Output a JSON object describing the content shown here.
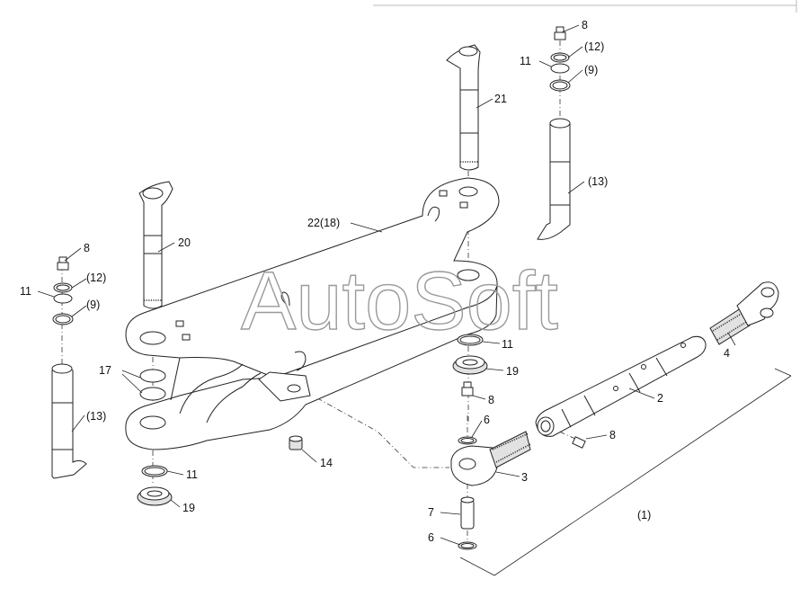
{
  "watermark": "AutoSoft",
  "labels": {
    "assembly": "(1)",
    "l2": "2",
    "l3": "3",
    "l4": "4",
    "l6a": "6",
    "l6b": "6",
    "l7": "7",
    "l8_top": "8",
    "l8_left": "8",
    "l8_mid": "8",
    "l8_rod": "8",
    "l9_left": "(9)",
    "l9_right": "(9)",
    "l11_left_top": "11",
    "l11_left_bot": "11",
    "l11_right_top": "11",
    "l11_mid": "11",
    "l12_left": "(12)",
    "l12_right": "(12)",
    "l13_left": "(13)",
    "l13_right": "(13)",
    "l14": "14",
    "l17": "17",
    "l19_mid": "19",
    "l19_bot": "19",
    "l20": "20",
    "l21": "21",
    "l22": "22(18)"
  },
  "colors": {
    "line": "#222222",
    "watermark": "#9a9a9a",
    "shade": "#e2e2e2"
  }
}
